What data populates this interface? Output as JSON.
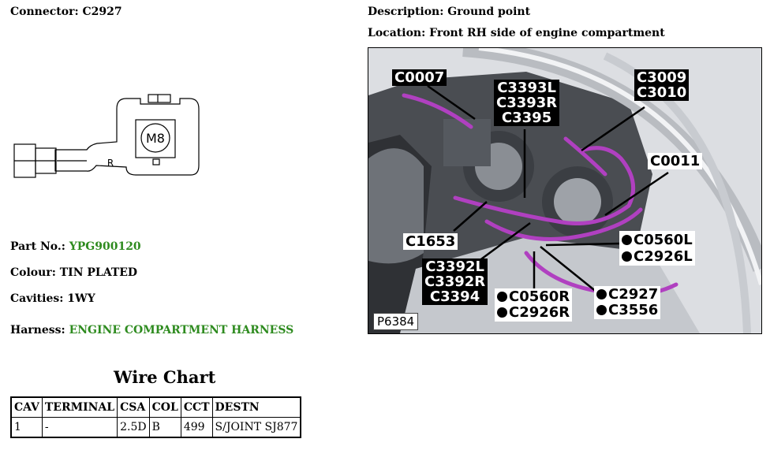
{
  "connector": {
    "label": "Connector:",
    "value": "C2927"
  },
  "description": {
    "label": "Description:",
    "value": "Ground point"
  },
  "location": {
    "label": "Location:",
    "value": "Front RH side of engine compartment"
  },
  "diagram": {
    "stud_text": "M8",
    "side_text": "R"
  },
  "part_no": {
    "label": "Part No.:",
    "value": "YPG900120"
  },
  "colour": {
    "label": "Colour:",
    "value": "TIN PLATED"
  },
  "cavities": {
    "label": "Cavities:",
    "value": "1WY"
  },
  "harness": {
    "label": "Harness:",
    "value": "ENGINE COMPARTMENT HARNESS"
  },
  "link_color": "#2e8b1f",
  "wire_chart": {
    "title": "Wire Chart",
    "headers": [
      "CAV",
      "TERMINAL",
      "CSA",
      "COL",
      "CCT",
      "DESTN"
    ],
    "rows": [
      [
        "1",
        "-",
        "2.5D",
        "B",
        "499",
        "S/JOINT SJ877"
      ]
    ]
  },
  "photo": {
    "ref": "P6384",
    "callouts": {
      "c0007": "C0007",
      "c3393l": "C3393L",
      "c3393r": "C3393R",
      "c3395": "C3395",
      "c3009": "C3009",
      "c3010": "C3010",
      "c0011": "C0011",
      "c1653": "C1653",
      "c0560l": "C0560L",
      "c2926l": "C2926L",
      "c3392l": "C3392L",
      "c3392r": "C3392R",
      "c3394": "C3394",
      "c0560r": "C0560R",
      "c2926r": "C2926R",
      "c2927": "C2927",
      "c3556": "C3556"
    },
    "harness_color": "#b040c0"
  }
}
